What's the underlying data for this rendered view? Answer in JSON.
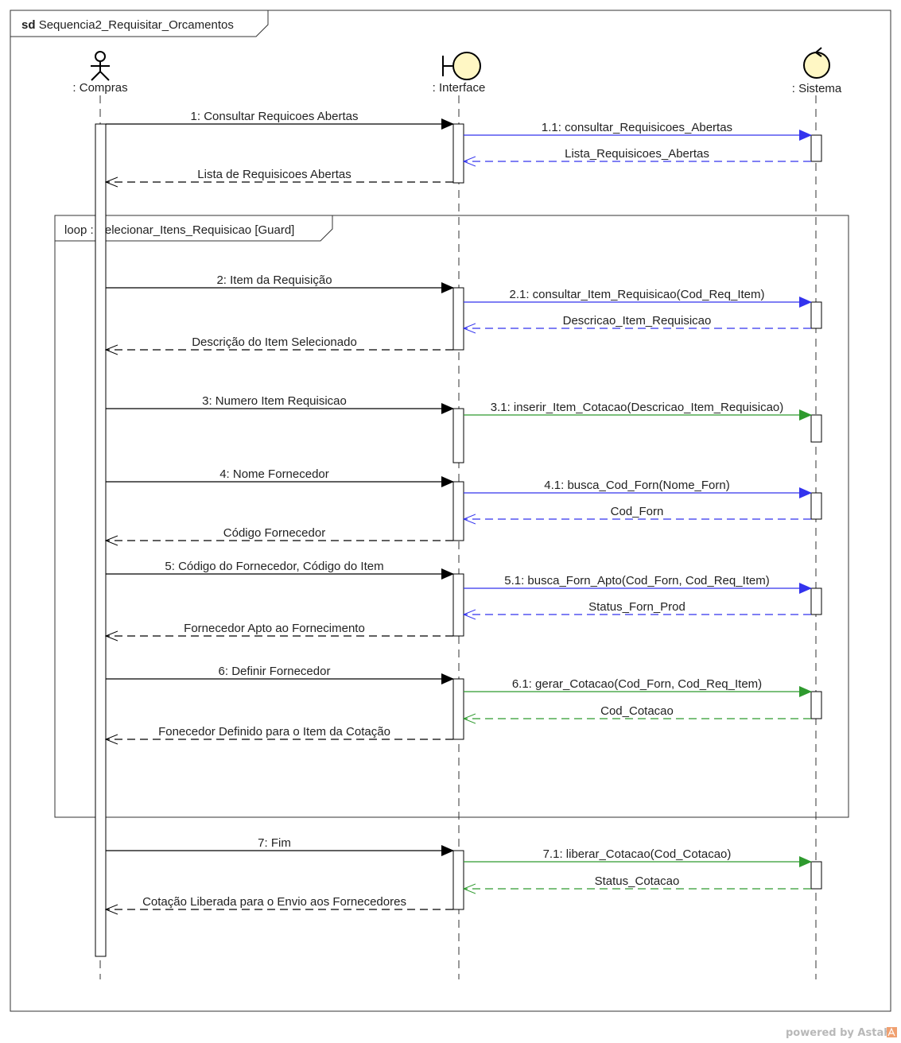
{
  "diagram": {
    "frame": {
      "keyword": "sd",
      "name": "Sequencia2_Requisitar_Orcamentos"
    },
    "lifelines": [
      {
        "id": "compras",
        "label": ": Compras",
        "kind": "actor"
      },
      {
        "id": "interface",
        "label": ": Interface",
        "kind": "boundary"
      },
      {
        "id": "sistema",
        "label": ": Sistema",
        "kind": "control"
      }
    ],
    "loop": {
      "label": "loop : Selecionar_Itens_Requisicao  [Guard]"
    },
    "messages": [
      {
        "label": "1: Consultar Requicoes Abertas",
        "from": "compras",
        "to": "interface",
        "kind": "call",
        "color": "#000000"
      },
      {
        "label": "1.1: consultar_Requisicoes_Abertas",
        "from": "interface",
        "to": "sistema",
        "kind": "call",
        "color": "#3333ee"
      },
      {
        "label": "Lista_Requisicoes_Abertas",
        "from": "sistema",
        "to": "interface",
        "kind": "return",
        "color": "#3333ee"
      },
      {
        "label": "Lista de Requisicoes Abertas",
        "from": "interface",
        "to": "compras",
        "kind": "return",
        "color": "#000000"
      },
      {
        "label": "2: Item da Requisição",
        "from": "compras",
        "to": "interface",
        "kind": "call",
        "color": "#000000"
      },
      {
        "label": "2.1: consultar_Item_Requisicao(Cod_Req_Item)",
        "from": "interface",
        "to": "sistema",
        "kind": "call",
        "color": "#3333ee"
      },
      {
        "label": "Descricao_Item_Requisicao",
        "from": "sistema",
        "to": "interface",
        "kind": "return",
        "color": "#3333ee"
      },
      {
        "label": "Descrição do Item Selecionado",
        "from": "interface",
        "to": "compras",
        "kind": "return",
        "color": "#000000"
      },
      {
        "label": "3: Numero Item Requisicao",
        "from": "compras",
        "to": "interface",
        "kind": "call",
        "color": "#000000"
      },
      {
        "label": "3.1: inserir_Item_Cotacao(Descricao_Item_Requisicao)",
        "from": "interface",
        "to": "sistema",
        "kind": "call",
        "color": "#2e9a2e"
      },
      {
        "label": "4: Nome Fornecedor",
        "from": "compras",
        "to": "interface",
        "kind": "call",
        "color": "#000000"
      },
      {
        "label": "4.1: busca_Cod_Forn(Nome_Forn)",
        "from": "interface",
        "to": "sistema",
        "kind": "call",
        "color": "#3333ee"
      },
      {
        "label": "Cod_Forn",
        "from": "sistema",
        "to": "interface",
        "kind": "return",
        "color": "#3333ee"
      },
      {
        "label": "Código Fornecedor",
        "from": "interface",
        "to": "compras",
        "kind": "return",
        "color": "#000000"
      },
      {
        "label": "5: Código do Fornecedor, Código do Item",
        "from": "compras",
        "to": "interface",
        "kind": "call",
        "color": "#000000"
      },
      {
        "label": "5.1: busca_Forn_Apto(Cod_Forn, Cod_Req_Item)",
        "from": "interface",
        "to": "sistema",
        "kind": "call",
        "color": "#3333ee"
      },
      {
        "label": "Status_Forn_Prod",
        "from": "sistema",
        "to": "interface",
        "kind": "return",
        "color": "#3333ee"
      },
      {
        "label": "Fornecedor Apto ao Fornecimento",
        "from": "interface",
        "to": "compras",
        "kind": "return",
        "color": "#000000"
      },
      {
        "label": "6: Definir Fornecedor",
        "from": "compras",
        "to": "interface",
        "kind": "call",
        "color": "#000000"
      },
      {
        "label": "6.1: gerar_Cotacao(Cod_Forn, Cod_Req_Item)",
        "from": "interface",
        "to": "sistema",
        "kind": "call",
        "color": "#2e9a2e"
      },
      {
        "label": "Cod_Cotacao",
        "from": "sistema",
        "to": "interface",
        "kind": "return",
        "color": "#2e9a2e"
      },
      {
        "label": "Fonecedor Definido para o Item da Cotação",
        "from": "interface",
        "to": "compras",
        "kind": "return",
        "color": "#000000"
      },
      {
        "label": "7: Fim",
        "from": "compras",
        "to": "interface",
        "kind": "call",
        "color": "#000000"
      },
      {
        "label": "7.1: liberar_Cotacao(Cod_Cotacao)",
        "from": "interface",
        "to": "sistema",
        "kind": "call",
        "color": "#2e9a2e"
      },
      {
        "label": "Status_Cotacao",
        "from": "sistema",
        "to": "interface",
        "kind": "return",
        "color": "#2e9a2e"
      },
      {
        "label": "Cotação Liberada para o Envio aos Fornecedores",
        "from": "interface",
        "to": "compras",
        "kind": "return",
        "color": "#000000"
      }
    ]
  },
  "footer": {
    "watermark": "powered by Astah"
  }
}
